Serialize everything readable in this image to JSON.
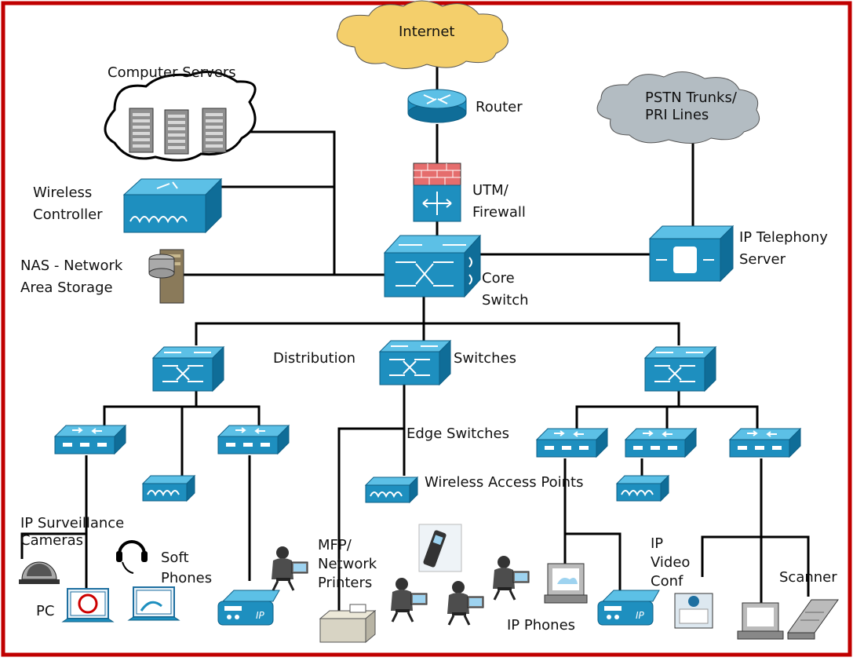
{
  "diagram": {
    "border_color": "#c00000",
    "device_color": "#1e8fbf",
    "device_dark": "#0d5f86",
    "clouds": {
      "internet": {
        "label": "Internet",
        "color": "#f4cf6b"
      },
      "pstn": {
        "line1": "PSTN Trunks/",
        "line2": "PRI Lines",
        "color": "#b3bcc2"
      }
    },
    "labels": {
      "computer_servers": "Computer Servers",
      "router": "Router",
      "utm_line1": "UTM/",
      "utm_line2": "Firewall",
      "wireless_line1": "Wireless",
      "wireless_line2": "Controller",
      "nas_line1": "NAS - Network",
      "nas_line2": "Area Storage",
      "core_line1": "Core",
      "core_line2": "Switch",
      "telephony_line1": "IP Telephony",
      "telephony_line2": "Server",
      "distribution": "Distribution",
      "switches": "Switches",
      "edge_switches": "Edge Switches",
      "wireless_aps": "Wireless Access Points",
      "surveillance_line1": "IP Surveillance",
      "surveillance_line2": "Cameras",
      "soft_line1": "Soft",
      "soft_line2": "Phones",
      "pc": "PC",
      "mfp_line1": "MFP/",
      "mfp_line2": "Network",
      "mfp_line3": "Printers",
      "ip_phones": "IP Phones",
      "video_line1": "IP",
      "video_line2": "Video",
      "video_line3": "Conf",
      "scanner": "Scanner",
      "ip_badge": "IP"
    }
  }
}
